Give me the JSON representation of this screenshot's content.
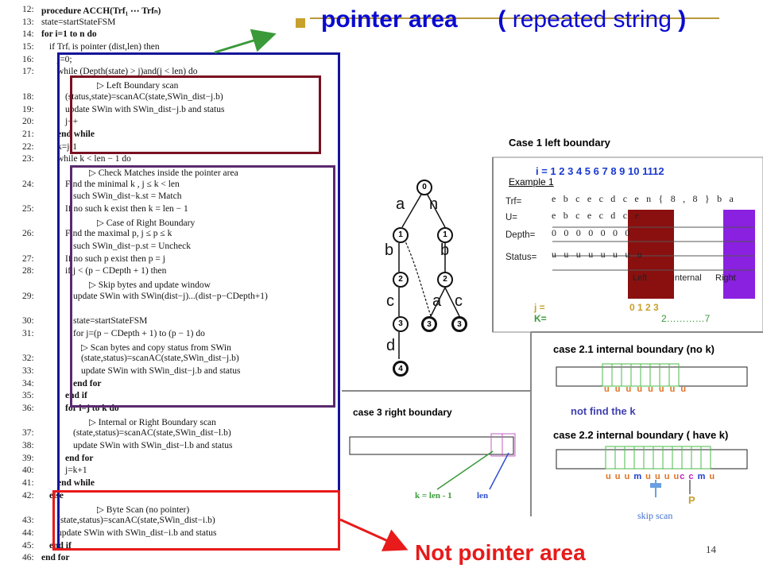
{
  "slide": {
    "title_main": "pointer area",
    "title_paren_open": "(",
    "title_paren_text": " repeated string ",
    "title_paren_close": ")",
    "footer_label": "Not pointer area",
    "page_number": "14"
  },
  "algorithm": {
    "lines": [
      {
        "num": "12:",
        "text": "procedure ACCH(Trf₁ ⋯ Trfₙ)",
        "bold": true,
        "indent": 0
      },
      {
        "num": "13:",
        "text": "state=startStateFSM",
        "bold": false,
        "indent": 0
      },
      {
        "num": "14:",
        "text": "for i=1 to n do",
        "bold": true,
        "indent": 0
      },
      {
        "num": "15:",
        "text": "if Trfᵢ is pointer (dist,len)  then",
        "bold": false,
        "indent": 1
      },
      {
        "num": "16:",
        "text": "j=0;",
        "bold": false,
        "indent": 2
      },
      {
        "num": "17:",
        "text": "while (Depth(state) > j)and(j < len) do",
        "bold": false,
        "indent": 2
      },
      {
        "num": "",
        "text": "▷ Left Boundary scan",
        "bold": false,
        "indent": 7
      },
      {
        "num": "18:",
        "text": "(status,state)=scanAC(state,SWin_dist−j.b)",
        "bold": false,
        "indent": 3
      },
      {
        "num": "19:",
        "text": "update SWin with SWin_dist−j.b and status",
        "bold": false,
        "indent": 3
      },
      {
        "num": "20:",
        "text": "j++",
        "bold": false,
        "indent": 3
      },
      {
        "num": "21:",
        "text": "end while",
        "bold": true,
        "indent": 2
      },
      {
        "num": "22:",
        "text": "k=j-1",
        "bold": false,
        "indent": 2
      },
      {
        "num": "23:",
        "text": "while k < len − 1 do",
        "bold": false,
        "indent": 2
      },
      {
        "num": "",
        "text": "▷ Check Matches inside the pointer area",
        "bold": false,
        "indent": 6
      },
      {
        "num": "24:",
        "text": "Find the minimal k , j ≤ k < len",
        "bold": false,
        "indent": 3
      },
      {
        "num": "",
        "text": "such SWin_dist−k.st = Match",
        "bold": false,
        "indent": 4
      },
      {
        "num": "25:",
        "text": "If no such k exist then k = len − 1",
        "bold": false,
        "indent": 3
      },
      {
        "num": "",
        "text": "▷ Case of Right Boundary",
        "bold": false,
        "indent": 7
      },
      {
        "num": "26:",
        "text": "Find the maximal p, j ≤ p ≤ k",
        "bold": false,
        "indent": 3
      },
      {
        "num": "",
        "text": "such SWin_dist−p.st = Uncheck",
        "bold": false,
        "indent": 4
      },
      {
        "num": "27:",
        "text": "If no such p exist then p = j",
        "bold": false,
        "indent": 3
      },
      {
        "num": "28:",
        "text": "if  j < (p − CDepth + 1)  then",
        "bold": false,
        "indent": 3
      },
      {
        "num": "",
        "text": "▷ Skip bytes and update window",
        "bold": false,
        "indent": 6
      },
      {
        "num": "29:",
        "text": "update SWin with SWin(dist−j)...(dist−p−CDepth+1)",
        "bold": false,
        "indent": 4
      },
      {
        "num": "",
        "text": "",
        "bold": false,
        "indent": 0
      },
      {
        "num": "30:",
        "text": "state=startStateFSM",
        "bold": false,
        "indent": 4
      },
      {
        "num": "31:",
        "text": "for j=(p − CDepth + 1) to (p − 1) do",
        "bold": false,
        "indent": 4
      },
      {
        "num": "",
        "text": "▷ Scan bytes and copy status from SWin",
        "bold": false,
        "indent": 5
      },
      {
        "num": "32:",
        "text": "(state,status)=scanAC(state,SWin_dist−j.b)",
        "bold": false,
        "indent": 5
      },
      {
        "num": "33:",
        "text": "update SWin with SWin_dist−j.b and status",
        "bold": false,
        "indent": 5
      },
      {
        "num": "34:",
        "text": "end for",
        "bold": true,
        "indent": 4
      },
      {
        "num": "35:",
        "text": "end if",
        "bold": true,
        "indent": 3
      },
      {
        "num": "36:",
        "text": "for l=j to k do",
        "bold": true,
        "indent": 3
      },
      {
        "num": "",
        "text": "▷ Internal or Right Boundary scan",
        "bold": false,
        "indent": 6
      },
      {
        "num": "37:",
        "text": "(state,status)=scanAC(state,SWin_dist−l.b)",
        "bold": false,
        "indent": 4
      },
      {
        "num": "38:",
        "text": "update SWin with SWin_dist−l.b and status",
        "bold": false,
        "indent": 4
      },
      {
        "num": "39:",
        "text": "end for",
        "bold": true,
        "indent": 3
      },
      {
        "num": "40:",
        "text": "j=k+1",
        "bold": false,
        "indent": 3
      },
      {
        "num": "41:",
        "text": "end while",
        "bold": true,
        "indent": 2
      },
      {
        "num": "42:",
        "text": "else",
        "bold": true,
        "indent": 1
      },
      {
        "num": "",
        "text": "▷ Byte Scan (no pointer)",
        "bold": false,
        "indent": 7
      },
      {
        "num": "43:",
        "text": "(state,status)=scanAC(state,SWin_dist−i.b)",
        "bold": false,
        "indent": 2
      },
      {
        "num": "44:",
        "text": "update SWin with SWin_dist−i.b and status",
        "bold": false,
        "indent": 2
      },
      {
        "num": "45:",
        "text": "end if",
        "bold": true,
        "indent": 1
      },
      {
        "num": "46:",
        "text": "end for",
        "bold": true,
        "indent": 0
      }
    ]
  },
  "tree": {
    "nodes": [
      "0",
      "1",
      "1",
      "2",
      "2",
      "3",
      "3",
      "3",
      "4"
    ],
    "edge_labels": [
      "a",
      "n",
      "b",
      "b",
      "c",
      "a",
      "c",
      "d"
    ]
  },
  "case1": {
    "heading": "Case 1 left boundary",
    "index_row": "i = 1 2 3 4 5 6 7 8 9  10  1112",
    "example": "Example 1",
    "rows": [
      {
        "label": "Trf=",
        "values": "e b c e c d c e n { 8 , 8 } b a"
      },
      {
        "label": "U=",
        "values": "e b c e c d c e"
      },
      {
        "label": "Depth=",
        "values": "0 0 0 0 0 0 0"
      },
      {
        "label": "Status=",
        "values": "u u u u u u u u"
      }
    ],
    "left_tag": "Left",
    "internal_tag": "Internal",
    "right_tag": "Right",
    "j_label": "j =",
    "j_values": "0 1 2 3",
    "k_label": "K=",
    "k_values": "2…………7"
  },
  "case21": {
    "heading": "case 2.1 internal boundary  (no k)",
    "status": "u u u u u u u u",
    "note": "not find  the  k"
  },
  "case22": {
    "heading": "case 2.2  internal boundary  ( have k)",
    "status_a": "u u u ",
    "status_m": "m",
    "status_b": " u u u u",
    "status_cc": "c c",
    "status_m2": " m",
    "status_u": " u",
    "p_label": "P",
    "skip": "skip scan"
  },
  "case3": {
    "heading": "case 3 right boundary",
    "k_label": "k = len - 1",
    "len_label": "len"
  },
  "colors": {
    "title": "#0a0ad0",
    "blue_box": "#14149a",
    "maroon_box": "#7a1020",
    "purple_box": "#5a2a6e",
    "red_box": "#e81a1a",
    "green_arrow": "#3a9a3a"
  }
}
